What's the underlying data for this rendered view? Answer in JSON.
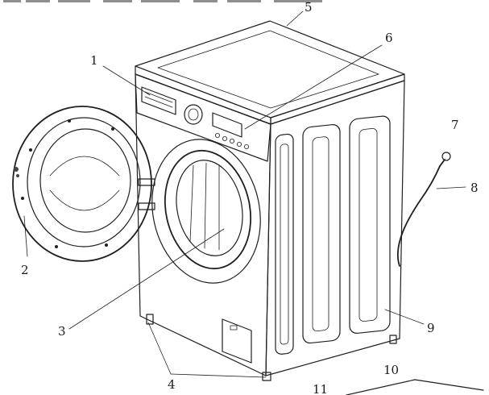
{
  "diagram": {
    "callouts": [
      "1",
      "2",
      "3",
      "4",
      "5",
      "6",
      "7",
      "8",
      "9",
      "10",
      "11"
    ],
    "colors": {
      "stroke": "#1f1f1f",
      "fill_light": "#f2f2f2",
      "fill_mid": "#d8d8d8",
      "fill_dark": "#9a9a9a"
    }
  }
}
